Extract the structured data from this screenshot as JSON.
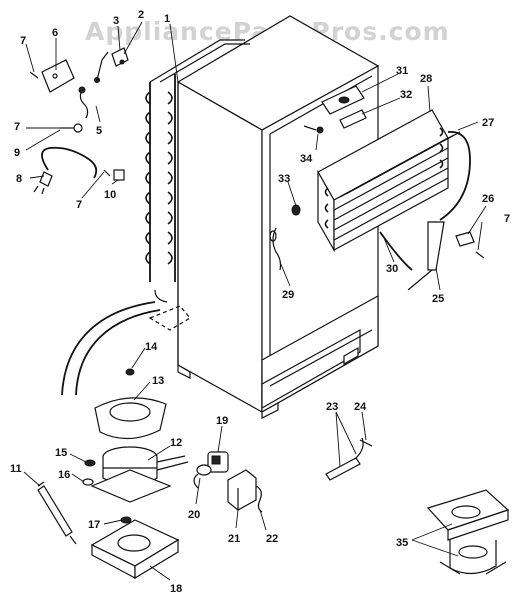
{
  "watermark": "AppliancePartsPros.com",
  "callouts": [
    {
      "id": "c1",
      "text": "1"
    },
    {
      "id": "c2",
      "text": "2"
    },
    {
      "id": "c3",
      "text": "3"
    },
    {
      "id": "c5",
      "text": "5"
    },
    {
      "id": "c6",
      "text": "6"
    },
    {
      "id": "c7a",
      "text": "7"
    },
    {
      "id": "c7b",
      "text": "7"
    },
    {
      "id": "c7c",
      "text": "7"
    },
    {
      "id": "c7d",
      "text": "7"
    },
    {
      "id": "c8",
      "text": "8"
    },
    {
      "id": "c9",
      "text": "9"
    },
    {
      "id": "c10",
      "text": "10"
    },
    {
      "id": "c11",
      "text": "11"
    },
    {
      "id": "c12",
      "text": "12"
    },
    {
      "id": "c13",
      "text": "13"
    },
    {
      "id": "c14",
      "text": "14"
    },
    {
      "id": "c15",
      "text": "15"
    },
    {
      "id": "c16",
      "text": "16"
    },
    {
      "id": "c17",
      "text": "17"
    },
    {
      "id": "c18",
      "text": "18"
    },
    {
      "id": "c19",
      "text": "19"
    },
    {
      "id": "c20",
      "text": "20"
    },
    {
      "id": "c21",
      "text": "21"
    },
    {
      "id": "c22",
      "text": "22"
    },
    {
      "id": "c23",
      "text": "23"
    },
    {
      "id": "c24",
      "text": "24"
    },
    {
      "id": "c25",
      "text": "25"
    },
    {
      "id": "c26",
      "text": "26"
    },
    {
      "id": "c27",
      "text": "27"
    },
    {
      "id": "c28",
      "text": "28"
    },
    {
      "id": "c29",
      "text": "29"
    },
    {
      "id": "c30",
      "text": "30"
    },
    {
      "id": "c31",
      "text": "31"
    },
    {
      "id": "c32",
      "text": "32"
    },
    {
      "id": "c33",
      "text": "33"
    },
    {
      "id": "c34",
      "text": "34"
    },
    {
      "id": "c35",
      "text": "35"
    }
  ]
}
